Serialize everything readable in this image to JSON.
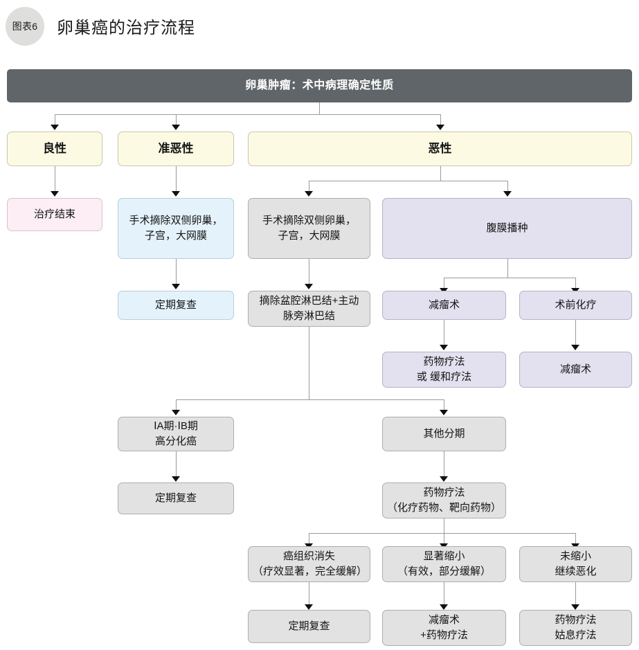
{
  "title": {
    "badge": "图表6",
    "text": "卵巢癌的治疗流程"
  },
  "chart_data": {
    "type": "diagram",
    "title": "卵巢癌的治疗流程",
    "nodes": [
      {
        "id": "root",
        "label": "卵巢肿瘤：术中病理确定性质",
        "style": "header"
      },
      {
        "id": "benign",
        "label": "良性",
        "style": "yellow"
      },
      {
        "id": "border",
        "label": "准恶性",
        "style": "yellow"
      },
      {
        "id": "malignant",
        "label": "恶性",
        "style": "yellow"
      },
      {
        "id": "end",
        "label": "治疗结束",
        "style": "pink"
      },
      {
        "id": "surg_b",
        "label": "手术摘除双侧卵巢，\n子宫，大网膜",
        "style": "blue"
      },
      {
        "id": "followup_b",
        "label": "定期复查",
        "style": "blue"
      },
      {
        "id": "surg_m",
        "label": "手术摘除双侧卵巢，\n子宫，大网膜",
        "style": "gray"
      },
      {
        "id": "lymph",
        "label": "摘除盆腔淋巴结+主动\n脉旁淋巴结",
        "style": "gray"
      },
      {
        "id": "perit",
        "label": "腹膜播种",
        "style": "purple"
      },
      {
        "id": "debulk1",
        "label": "减瘤术",
        "style": "purple"
      },
      {
        "id": "neoadj",
        "label": "术前化疗",
        "style": "purple"
      },
      {
        "id": "drug_pall",
        "label": "药物疗法\n或 缓和疗法",
        "style": "purple"
      },
      {
        "id": "debulk2",
        "label": "减瘤术",
        "style": "purple"
      },
      {
        "id": "stage_ia",
        "label": "ⅠA期·ⅠB期\n高分化癌",
        "style": "gray"
      },
      {
        "id": "stage_other",
        "label": "其他分期",
        "style": "gray"
      },
      {
        "id": "followup_ia",
        "label": "定期复查",
        "style": "gray"
      },
      {
        "id": "drug",
        "label": "药物疗法\n（化疗药物、靶向药物）",
        "style": "gray"
      },
      {
        "id": "resp_cr",
        "label": "癌组织消失\n（疗效显著，完全缓解）",
        "style": "gray"
      },
      {
        "id": "resp_pr",
        "label": "显著缩小\n（有效，部分缓解）",
        "style": "gray"
      },
      {
        "id": "resp_pd",
        "label": "未缩小\n继续恶化",
        "style": "gray"
      },
      {
        "id": "followup_cr",
        "label": "定期复查",
        "style": "gray"
      },
      {
        "id": "debulk_drug",
        "label": "减瘤术\n+药物疗法",
        "style": "gray"
      },
      {
        "id": "drug_pall2",
        "label": "药物疗法\n姑息疗法",
        "style": "gray"
      }
    ],
    "edges": [
      {
        "from": "root",
        "to": "benign"
      },
      {
        "from": "root",
        "to": "border"
      },
      {
        "from": "root",
        "to": "malignant"
      },
      {
        "from": "benign",
        "to": "end"
      },
      {
        "from": "border",
        "to": "surg_b"
      },
      {
        "from": "surg_b",
        "to": "followup_b"
      },
      {
        "from": "malignant",
        "to": "surg_m"
      },
      {
        "from": "malignant",
        "to": "perit"
      },
      {
        "from": "surg_m",
        "to": "lymph"
      },
      {
        "from": "perit",
        "to": "debulk1"
      },
      {
        "from": "perit",
        "to": "neoadj"
      },
      {
        "from": "debulk1",
        "to": "drug_pall"
      },
      {
        "from": "neoadj",
        "to": "debulk2"
      },
      {
        "from": "lymph",
        "to": "stage_ia"
      },
      {
        "from": "lymph",
        "to": "stage_other"
      },
      {
        "from": "stage_ia",
        "to": "followup_ia"
      },
      {
        "from": "stage_other",
        "to": "drug"
      },
      {
        "from": "drug",
        "to": "resp_cr"
      },
      {
        "from": "drug",
        "to": "resp_pr"
      },
      {
        "from": "drug",
        "to": "resp_pd"
      },
      {
        "from": "resp_cr",
        "to": "followup_cr"
      },
      {
        "from": "resp_pr",
        "to": "debulk_drug"
      },
      {
        "from": "resp_pd",
        "to": "drug_pall2"
      }
    ],
    "colors": {
      "header_fill": "#5f6569",
      "yellow_fill": "#fdfae4",
      "pink_fill": "#fceef4",
      "blue_fill": "#e4f2fb",
      "gray_fill": "#e2e2e2",
      "purple_fill": "#e3e1ef",
      "connector": "#9a9a9a",
      "badge_fill": "#dededd"
    }
  }
}
